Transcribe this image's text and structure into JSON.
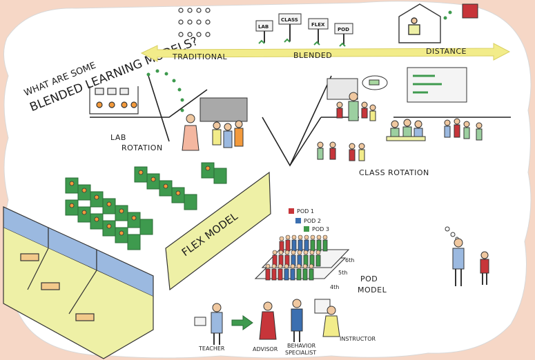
{
  "title_line1": "WHAT ARE SOME",
  "title_line2": "BLENDED LEARNING MODELS?",
  "spectrum": {
    "traditional": "TRADITIONAL",
    "blended": "BLENDED",
    "distance": "DISTANCE"
  },
  "signs": [
    "LAB",
    "CLASS",
    "FLEX",
    "POD"
  ],
  "models": {
    "lab_rotation_line1": "LAB",
    "lab_rotation_line2": "ROTATION",
    "class_rotation": "CLASS ROTATION",
    "flex_model": "FLEX MODEL",
    "pod_model_line1": "POD",
    "pod_model_line2": "MODEL"
  },
  "pod_legend": [
    "POD 1",
    "POD 2",
    "POD 3"
  ],
  "grades": [
    "6th",
    "5th",
    "4th"
  ],
  "roles": {
    "teacher": "TEACHER",
    "advisor": "ADVISOR",
    "behavior_line1": "BEHAVIOR",
    "behavior_line2": "SPECIALIST",
    "instructor": "INSTRUCTOR"
  },
  "colors": {
    "background": "#f6d7c6",
    "paper": "#ffffff",
    "arrow": "#f2ec8a",
    "green_booth": "#3e9a4e",
    "pod1": "#c7353a",
    "pod2": "#3b6fb0",
    "pod3": "#3f9a4a",
    "panel_yellow": "#eef0a6"
  }
}
